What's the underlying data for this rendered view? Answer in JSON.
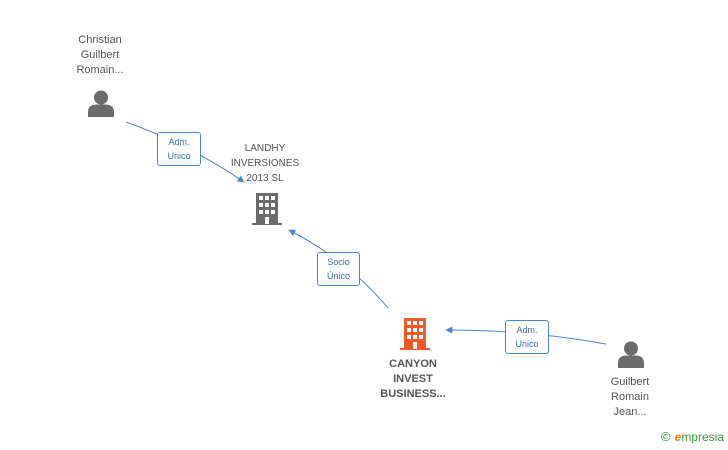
{
  "nodes": {
    "person_christian": {
      "lines": [
        "Christian",
        "Guilbert",
        "Romain..."
      ],
      "icon": "person-icon"
    },
    "company_landhy": {
      "lines": [
        "LANDHY",
        "INVERSIONES",
        "2013 SL"
      ],
      "icon": "building-icon"
    },
    "company_canyon": {
      "lines": [
        "CANYON",
        "INVEST",
        "BUSINESS..."
      ],
      "icon": "building-icon"
    },
    "person_guilbert": {
      "lines": [
        "Guilbert",
        "Romain",
        "Jean..."
      ],
      "icon": "person-icon"
    }
  },
  "edges": {
    "e1": {
      "lines": [
        "Adm.",
        "Unico"
      ]
    },
    "e2": {
      "lines": [
        "Socio",
        "Único"
      ]
    },
    "e3": {
      "lines": [
        "Adm.",
        "Unico"
      ]
    }
  },
  "brand": {
    "copyright": "©",
    "initial": "e",
    "name": "mpresia"
  },
  "colors": {
    "person": "#6b6b6b",
    "company": "#6b6b6b",
    "main_company": "#f05a28",
    "edge": "#4a86c8"
  }
}
